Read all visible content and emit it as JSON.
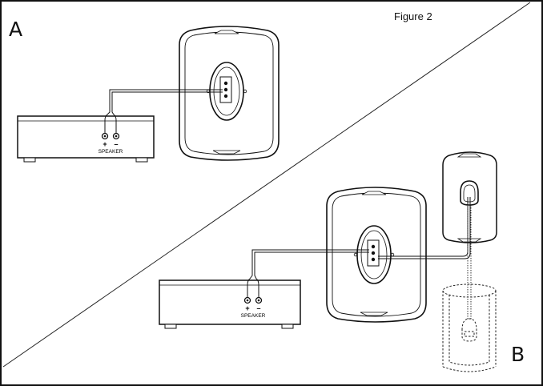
{
  "figure": {
    "caption": "Figure 2",
    "panel_a_label": "A",
    "panel_b_label": "B"
  },
  "panel_a": {
    "amp_terminal_label": "SPEAKER",
    "amp_plus": "+",
    "amp_minus": "–"
  },
  "panel_b": {
    "amp_terminal_label": "SPEAKER",
    "amp_plus": "+",
    "amp_minus": "–"
  }
}
